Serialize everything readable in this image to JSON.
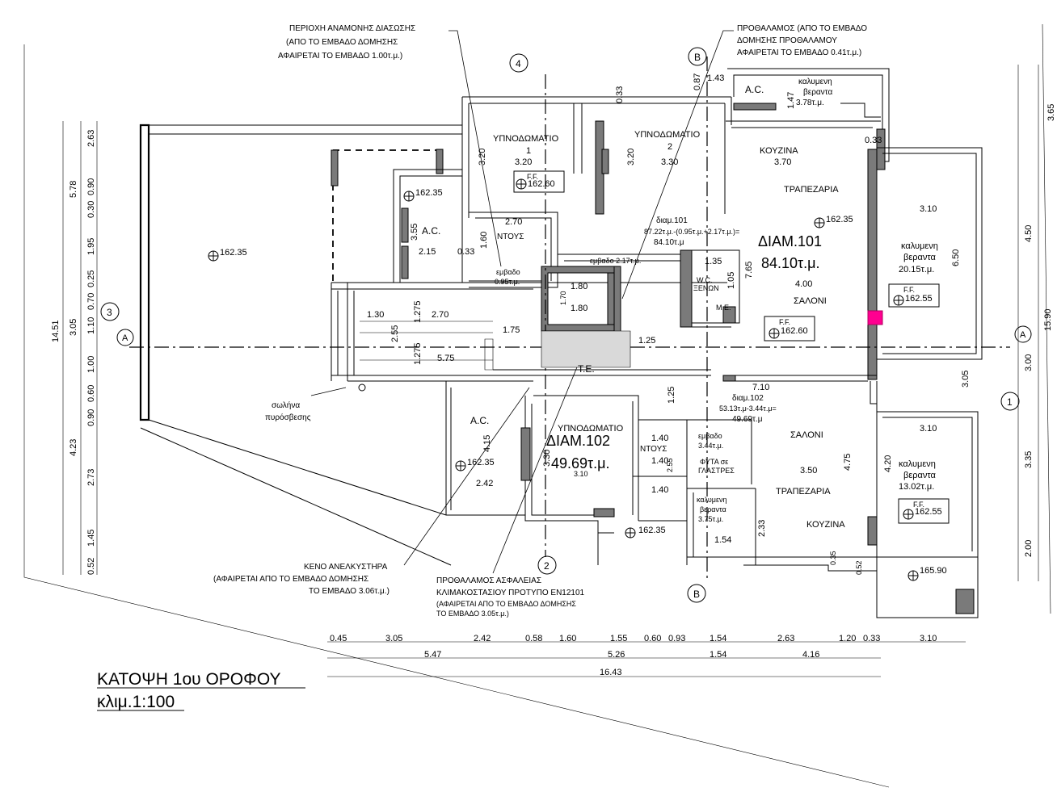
{
  "drawing": {
    "title": "ΚΑΤΟΨΗ 1ου ΟΡΟΦΟΥ",
    "scale": "κλιμ.1:100"
  },
  "notes": {
    "waiting_area": [
      "ΠΕΡΙΟΧΗ ΑΝΑΜΟΝΗΣ ΔΙΑΣΩΣΗΣ",
      "(ΑΠΟ  ΤΟ ΕΜΒΑΔΟ ΔΟΜΗΣΗΣ",
      "ΑΦΑΙΡΕΤΑΙ  ΤΟ ΕΜΒΑΔΟ 1.00τ.μ.)"
    ],
    "lobby": [
      "ΠΡΟΘΑΛΑΜΟΣ (ΑΠΟ  ΤΟ ΕΜΒΑΔΟ",
      "ΔΟΜΗΣΗΣ ΠΡΟΘΑΛΑΜΟΥ",
      "ΑΦΑΙΡΕΤΑΙ  ΤΟ ΕΜΒΑΔΟ 0.41τ.μ.)"
    ],
    "fire_hose": [
      "σωλήνα",
      "πυρόσβεσης"
    ],
    "elevator": [
      "ΚΕΝΟ ΑΝΕΛΚΥΣΤΗΡΑ",
      "(ΑΦΑΙΡΕΤΑΙ  ΑΠΟ  ΤΟ ΕΜΒΑΔΟ ΔΟΜΗΣΗΣ",
      "ΤΟ ΕΜΒΑΔΟ 3.06τ.μ.)"
    ],
    "safety_lobby": [
      "ΠΡΟΘΑΛΑΜΟΣ ΑΣΦΑΛΕΙΑΣ",
      "ΚΛΙΜΑΚΟΣΤΑΣΙΟΥ ΠΡΟΤΥΠΟ   EN12101",
      "(ΑΦΑΙΡΕΤΑΙ  ΑΠΟ  ΤΟ ΕΜΒΑΔΟ ΔΟΜΗΣΗΣ",
      "ΤΟ ΕΜΒΑΔΟ 3.05τ.μ.)"
    ]
  },
  "apartments": {
    "a101": {
      "label": "ΔΙΑΜ.101",
      "area": "84.10τ.μ.",
      "calc_title": "διαμ.101",
      "calc": "87.22τ.μ.-(0.95τ.μ.+2.17τ.μ.)=",
      "calc_result": "84.10τ.μ"
    },
    "a102": {
      "label": "ΔΙΑΜ.102",
      "area": "49.69τ.μ.",
      "calc_title": "διαμ.102",
      "calc": "53.13τ.μ-3.44τ.μ=",
      "calc_result": "49.69τ.μ"
    }
  },
  "rooms": {
    "bed1": [
      "ΥΠΝΟΔΩΜΑΤΙΟ",
      "1",
      "3.20"
    ],
    "bed2": [
      "ΥΠΝΟΔΩΜΑΤΙΟ",
      "2",
      "3.30"
    ],
    "kitchen101": [
      "ΚΟΥΖΙΝΑ",
      "3.70"
    ],
    "dining101": "ΤΡΑΠΕΖΑΡΙΑ",
    "living101": [
      "4.00",
      "ΣΑΛΟΝΙ"
    ],
    "wc101": [
      "W.C.",
      "ΞΕΝΩΝ"
    ],
    "me": "M.E.",
    "ac1": "A.C.",
    "ac2": "A.C.",
    "ac3": "A.C.",
    "ntous1": "ΝΤΟΥΣ",
    "ntous2": "ΝΤΟΥΣ",
    "te": "T.E.",
    "bed102": [
      "ΥΠΝΟΔΩΜΑΤΙΟ",
      "3.10"
    ],
    "living102": [
      "ΣΑΛΟΝΙ",
      "3.50"
    ],
    "dining102": "ΤΡΑΠΕΖΑΡΙΑ",
    "kitchen102": "ΚΟΥΖΙΝΑ",
    "emvado_a": [
      "εμβαδο",
      "0.95τ.μ."
    ],
    "emvado_b": "εμβαδο 2.17τ.μ.",
    "emvado_c": [
      "εμβαδο",
      "3.44τ.μ."
    ],
    "fyta": [
      "ΦΥΤΑ σε",
      "ΓΛΑΣΤΡΕΣ"
    ]
  },
  "verandas": {
    "top": [
      "καλυμενη",
      "βεραντα",
      "3.78τ.μ."
    ],
    "right_upper": [
      "καλυμενη",
      "βεραντα",
      "20.15τ.μ."
    ],
    "right_lower": [
      "καλυμενη",
      "βεραντα",
      "13.02τ.μ."
    ],
    "small": [
      "καλυμενη",
      "βεραντα",
      "3.75τ.μ."
    ]
  },
  "elevations": {
    "e1": "162.35",
    "e2": "162.35",
    "e3": "162.60",
    "e4": "162.35",
    "e5": "162.55",
    "e6": "162.60",
    "e7": "162.35",
    "e8": "162.35",
    "e9": "162.55",
    "e10": "165.90",
    "ff": "F.F."
  },
  "grid_markers": {
    "m4": "4",
    "mB": "B",
    "m3": "3",
    "mA": "A",
    "m1": "1",
    "m2": "2"
  },
  "dims": {
    "bottom1": [
      "0.45",
      "3.05",
      "2.42",
      "0.58",
      "1.60",
      "1.55",
      "0.60",
      "0.93",
      "1.54",
      "2.63",
      "1.20",
      "0.33",
      "3.10"
    ],
    "bottom2": [
      "5.47",
      "5.26",
      "1.54",
      "4.16"
    ],
    "bottom3": "16.43",
    "left1": [
      "2.63",
      "0.90",
      "0.30",
      "1.95",
      "0.25",
      "0.70",
      "1.10",
      "1.00",
      "0.60",
      "0.90",
      "2.73",
      "1.45",
      "0.52"
    ],
    "left2": [
      "5.78",
      "3.05",
      "4.23"
    ],
    "left3": "14.51",
    "right1": [
      "3.65",
      "4.50",
      "3.00",
      "3.35",
      "2.00"
    ],
    "right2": "15.90",
    "inner": [
      "2.70",
      "3.55",
      "2.15",
      "0.33",
      "1.60",
      "0.87",
      "0.33",
      "3.20",
      "3.20",
      "1.43",
      "1.47",
      "0.33",
      "3.10",
      "6.50",
      "1.35",
      "1.80",
      "1.80",
      "1.70",
      "1.30",
      "2.70",
      "1.75",
      "2.55",
      "1.275",
      "1.275",
      "5.75",
      "1.25",
      "7.10",
      "1.40",
      "1.25",
      "4.15",
      "2.42",
      "3.30",
      "1.40",
      "2.55",
      "1.40",
      "1.54",
      "2.33",
      "4.75",
      "3.10",
      "4.20",
      "0.35",
      "0.52",
      "1.05",
      "7.65",
      "3.05"
    ]
  }
}
